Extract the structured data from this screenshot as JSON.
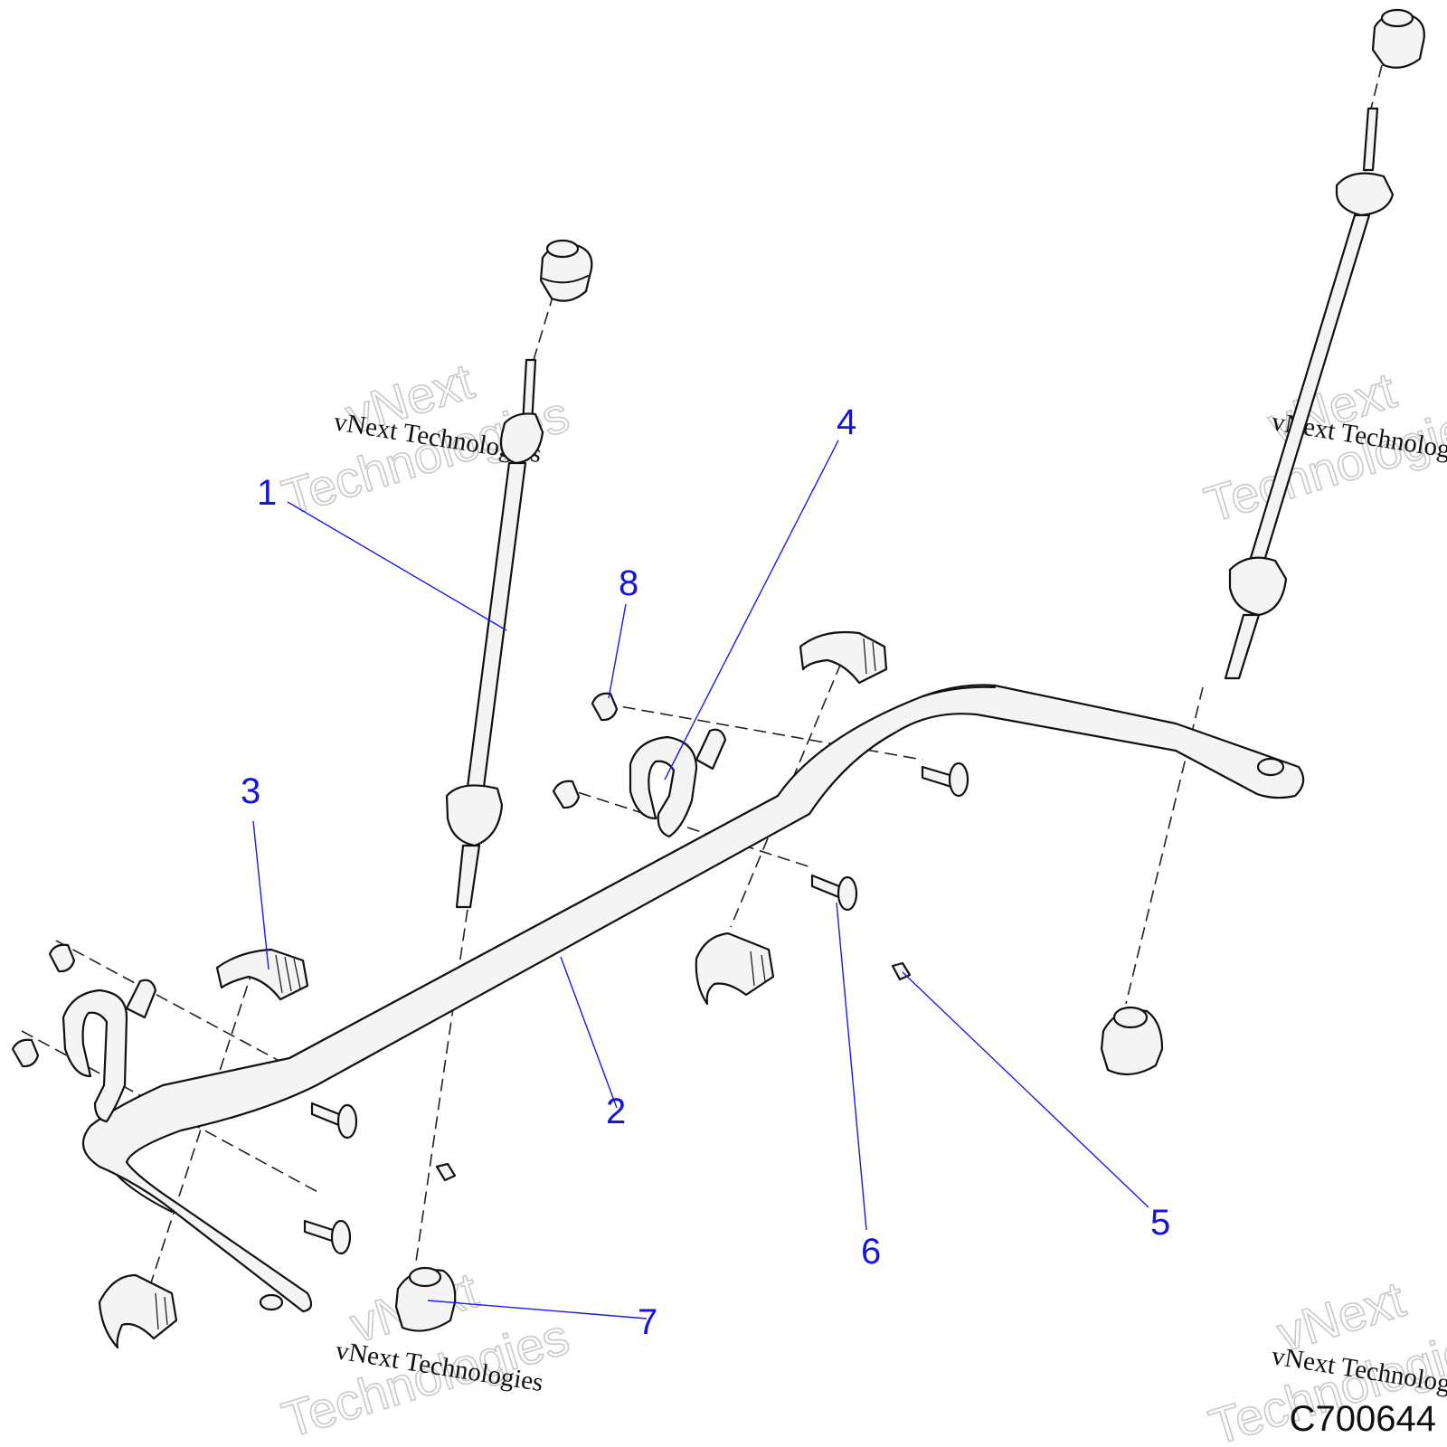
{
  "diagram": {
    "callouts": [
      {
        "id": "callout-1",
        "label": "1"
      },
      {
        "id": "callout-2",
        "label": "2"
      },
      {
        "id": "callout-3",
        "label": "3"
      },
      {
        "id": "callout-4",
        "label": "4"
      },
      {
        "id": "callout-5",
        "label": "5"
      },
      {
        "id": "callout-6",
        "label": "6"
      },
      {
        "id": "callout-7",
        "label": "7"
      },
      {
        "id": "callout-8",
        "label": "8"
      }
    ],
    "diagram_id": "C700644",
    "callout_color": "#1515e0",
    "line_color": "#111111"
  },
  "watermarks": {
    "small": "vNext Technologies",
    "big_line1": "vNext",
    "big_line2": "Technologies"
  }
}
